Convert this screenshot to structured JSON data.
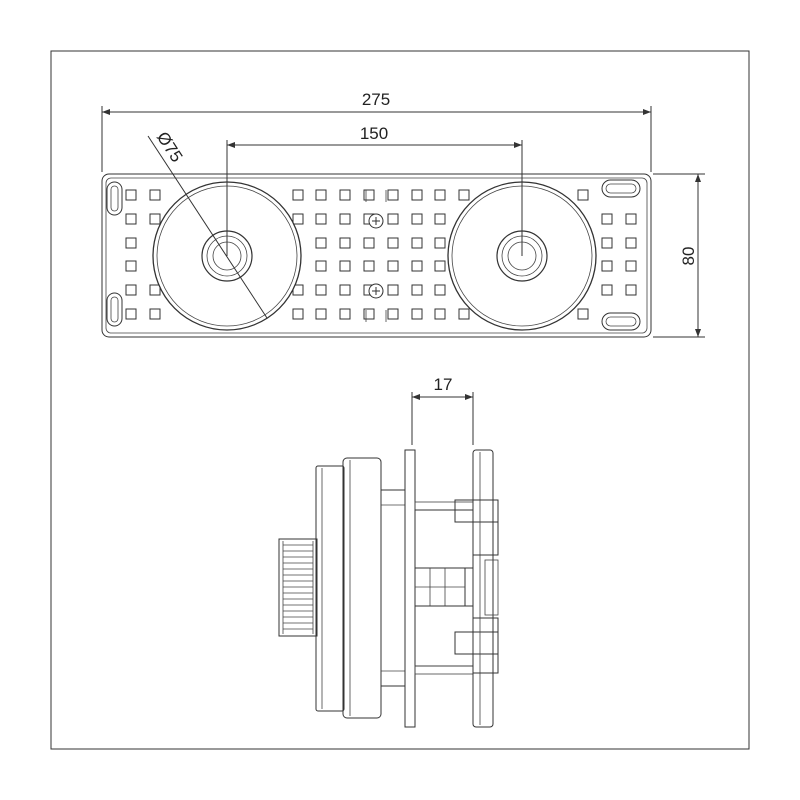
{
  "dimensions": {
    "overall_width": "275",
    "center_distance": "150",
    "diameter": "Ø75",
    "height": "80",
    "depth": "17"
  }
}
